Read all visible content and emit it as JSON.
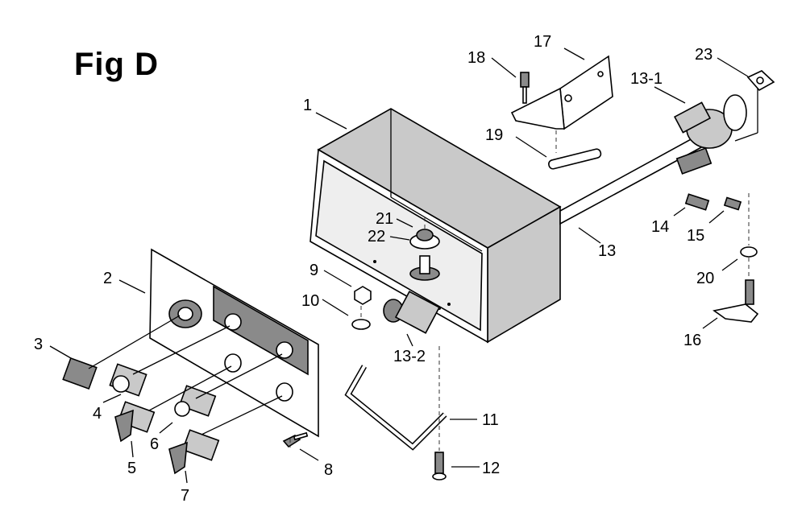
{
  "figure": {
    "title": "Fig D",
    "callouts": [
      "1",
      "2",
      "3",
      "4",
      "5",
      "6",
      "7",
      "8",
      "9",
      "10",
      "11",
      "12",
      "13",
      "13-1",
      "13-2",
      "14",
      "15",
      "16",
      "17",
      "18",
      "19",
      "20",
      "21",
      "22",
      "23"
    ]
  }
}
